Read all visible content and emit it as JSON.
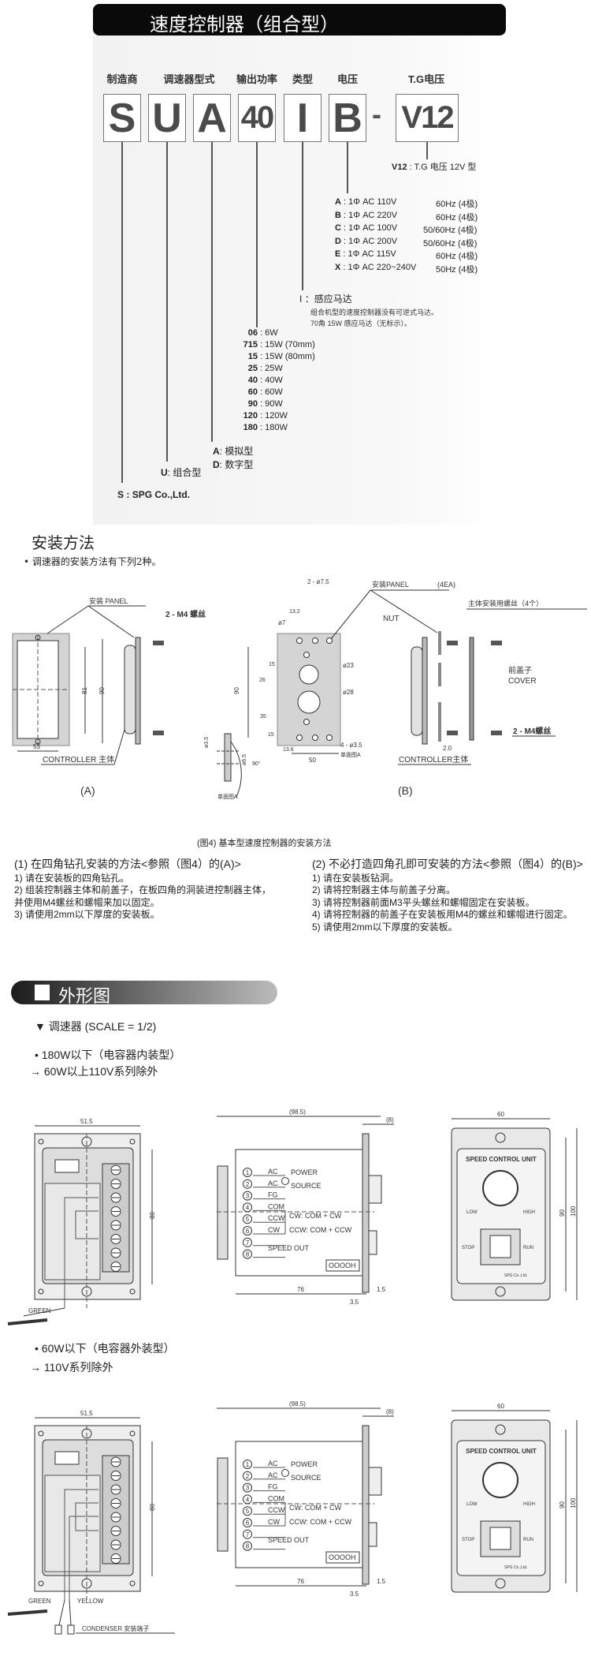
{
  "header": {
    "title": "速度控制器（组合型）"
  },
  "model_code": {
    "columns": [
      {
        "label": "制造商",
        "code": "S"
      },
      {
        "label": "调速器型式",
        "code": "U"
      },
      {
        "label": "",
        "code": "A"
      },
      {
        "label": "输出功率",
        "code": "40"
      },
      {
        "label": "类型",
        "code": "I"
      },
      {
        "label": "电压",
        "code": "B"
      }
    ],
    "separator": "-",
    "tg": {
      "label": "T.G电压",
      "code": "V12"
    }
  },
  "legend": {
    "tg_voltage": {
      "code": "V12",
      "desc": ": T.G 电压 12V 型"
    },
    "voltage": [
      {
        "code": "A",
        "desc": ": 1Φ  AC 110V",
        "freq": "60Hz (4极)"
      },
      {
        "code": "B",
        "desc": ": 1Φ  AC 220V",
        "freq": "60Hz (4极)"
      },
      {
        "code": "C",
        "desc": ": 1Φ  AC 100V",
        "freq": "50/60Hz (4极)"
      },
      {
        "code": "D",
        "desc": ": 1Φ  AC 200V",
        "freq": "50/60Hz (4极)"
      },
      {
        "code": "E",
        "desc": ": 1Φ  AC 115V",
        "freq": "60Hz (4极)"
      },
      {
        "code": "X",
        "desc": ": 1Φ  AC 220~240V",
        "freq": "50Hz (4极)"
      }
    ],
    "type": {
      "code": "I",
      "desc": "：感应马达",
      "notes": [
        "组合机型的速度控制器没有可逆式马达。",
        "70角 15W 感应马达（无标示）。"
      ]
    },
    "power": [
      {
        "code": "06",
        "desc": ":   6W"
      },
      {
        "code": "715",
        "desc": ":  15W (70mm)"
      },
      {
        "code": "15",
        "desc": ":  15W (80mm)"
      },
      {
        "code": "25",
        "desc": ":  25W"
      },
      {
        "code": "40",
        "desc": ":  40W"
      },
      {
        "code": "60",
        "desc": ":  60W"
      },
      {
        "code": "90",
        "desc": ":  90W"
      },
      {
        "code": "120",
        "desc": ": 120W"
      },
      {
        "code": "180",
        "desc": ": 180W"
      }
    ],
    "controller_type": [
      {
        "code": "A",
        "desc": ":  模拟型"
      },
      {
        "code": "D",
        "desc": ":  数字型"
      }
    ],
    "series": {
      "code": "U",
      "desc": ":  组合型"
    },
    "maker": {
      "code": "S",
      "desc": ": SPG Co.,Ltd."
    }
  },
  "install": {
    "title": "安装方法",
    "intro": "• 调速器的安装方法有下列2种。",
    "diagram_a": {
      "panel": "安装 PANEL",
      "screw": "2 - M4 螺丝",
      "controller": "CONTROLLER 主体",
      "label": "(A)",
      "w": "53",
      "h1": "81",
      "h2": "90"
    },
    "diagram_mid": {
      "hole75": "2 - ø7.5",
      "hole7": "ø7",
      "d23": "ø23",
      "d28": "ø28",
      "d13": "13.2",
      "d15": "15",
      "d26": "26",
      "d90": "90",
      "d35": "35",
      "d15b": "15",
      "d136": "13.6",
      "d50": "50",
      "holes35": "4 - ø3.5",
      "section": "单面图A",
      "s35": "ø3.5",
      "s65": "ø6.5",
      "angle": "90°"
    },
    "diagram_b": {
      "panel": "安装PANEL",
      "count": "(4EA)",
      "nut": "NUT",
      "body_screw": "主体安装用螺丝（4个）",
      "cover1": "前盖子",
      "cover2": "COVER",
      "screw": "2 - M4螺丝",
      "controller": "CONTROLLER主体",
      "thick": "2.0",
      "label": "(B)"
    },
    "caption": "(图4)  基本型速度控制器的安装方法",
    "method1": {
      "heading": "(1) 在四角钻孔安装的方法<参照（图4）的(A)>",
      "steps": [
        "1) 请在安装板的四角钻孔。",
        "2) 组装控制器主体和前盖子，在板四角的洞装进控制器主体，",
        "并使用M4螺丝和螺帽来加以固定。",
        "3) 请使用2mm以下厚度的安装板。"
      ]
    },
    "method2": {
      "heading": "(2) 不必打造四角孔即可安装的方法<参照（图4）的(B)>",
      "steps": [
        "1) 请在安装板钻洞。",
        "2) 请将控制器主体与前盖子分离。",
        "3) 请将控制器前面M3平头螺丝和螺帽固定在安装板。",
        "4) 请将控制器的前盖子在安装板用M4的螺丝和螺帽进行固定。",
        "5) 请使用2mm以下厚度的安装板。"
      ]
    }
  },
  "outline": {
    "title": "外形图",
    "scale": "▼  调速器 (SCALE = 1/2)",
    "variants": [
      {
        "line1": "• 180W以下（电容器内装型）",
        "line2": "→  60W以上110V系列除外",
        "green": "GREEN"
      },
      {
        "line1": "• 60W以下（电容器外装型）",
        "line2": "→  110V系列除外",
        "green": "GREEN",
        "yellow": "YELLOW",
        "condenser": "CONDENSER 安装端子"
      }
    ],
    "drawing": {
      "front_w": "51.5",
      "front_h": "80",
      "side_total": "(98.5)",
      "side_flange": "(8)",
      "side_depth": "76",
      "side_t1": "3.5",
      "side_t2": "1.5",
      "terminals": [
        "1",
        "2",
        "3",
        "4",
        "5",
        "6",
        "7",
        "8"
      ],
      "term_labels": {
        "ac1": "AC",
        "ac2": "AC",
        "fg": "FG",
        "com": "COM",
        "ccw": "CCW",
        "cw": "CW",
        "power1": "POWER",
        "power2": "SOURCE",
        "rule1": "CW: COM + CW",
        "rule2": "CCW: COM + CCW",
        "speed": "SPEED OUT",
        "code": "OOOOH"
      },
      "panel_w": "60",
      "panel_h1": "90",
      "panel_h2": "100",
      "unit": "SPEED CONTROL UNIT",
      "low": "LOW",
      "high": "HIGH",
      "stop": "STOP",
      "run": "RUN",
      "brand": "SPG Co.,Ltd."
    }
  }
}
